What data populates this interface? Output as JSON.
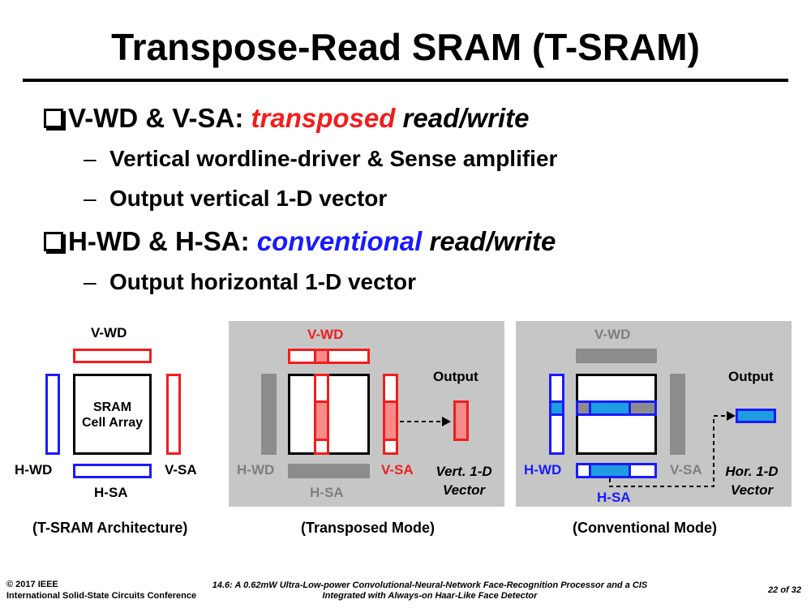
{
  "title": "Transpose-Read SRAM (T-SRAM)",
  "bullets": [
    {
      "prefix": "V-WD & V-SA: ",
      "highlight": "transposed",
      "suffix": " read/write",
      "highlight_color": "#f21d1d",
      "subs": [
        "Vertical wordline-driver & Sense amplifier",
        "Output vertical 1-D vector"
      ]
    },
    {
      "prefix": "H-WD & H-SA: ",
      "highlight": "conventional",
      "suffix": " read/write",
      "highlight_color": "#1a1aff",
      "subs": [
        "Output horizontal 1-D vector"
      ]
    }
  ],
  "dash": "–",
  "diagrams": {
    "architecture": {
      "vwd": "V-WD",
      "hwd": "H-WD",
      "vsa": "V-SA",
      "hsa": "H-SA",
      "cell_array_line1": "SRAM",
      "cell_array_line2": "Cell Array",
      "caption": "(T-SRAM Architecture)"
    },
    "transposed": {
      "vwd": "V-WD",
      "hwd": "H-WD",
      "vsa": "V-SA",
      "hsa": "H-SA",
      "output": "Output",
      "vector_line1": "Vert. 1-D",
      "vector_line2": "Vector",
      "caption": "(Transposed Mode)"
    },
    "conventional": {
      "vwd": "V-WD",
      "hwd": "H-WD",
      "vsa": "V-SA",
      "hsa": "H-SA",
      "output": "Output",
      "vector_line1": "Hor. 1-D",
      "vector_line2": "Vector",
      "caption": "(Conventional Mode)"
    }
  },
  "colors": {
    "red": "#f21d1d",
    "red_fill": "#f98a8a",
    "blue": "#1a1aff",
    "blue_fill": "#1e9de0",
    "gray": "#8c8c8c",
    "gray_text": "#7f7f7f",
    "panel_bg": "#c6c6c6"
  },
  "footer": {
    "copyright": "© 2017 IEEE",
    "conference": "International Solid-State Circuits Conference",
    "paper_line1": "14.6: A 0.62mW Ultra-Low-power Convolutional-Neural-Network Face-Recognition Processor and a CIS",
    "paper_line2": "Integrated with Always-on Haar-Like Face Detector",
    "page": "22 of 32"
  }
}
